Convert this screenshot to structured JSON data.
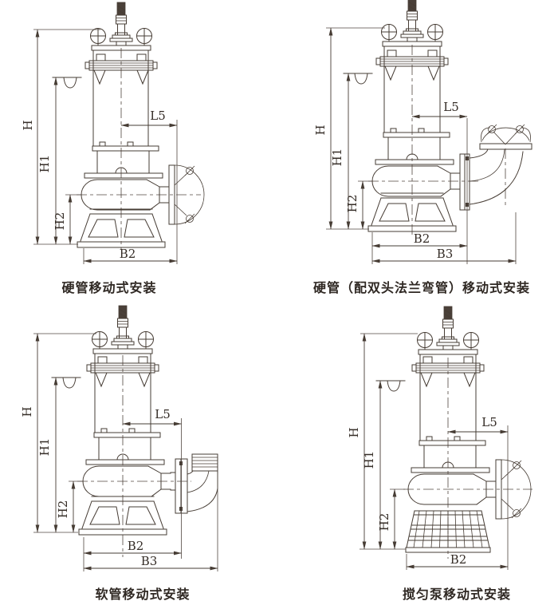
{
  "page": {
    "background_color": "#ffffff",
    "line_color": "#463c34",
    "text_color": "#352d27",
    "type_note": "submersible pump installation dimension drawings"
  },
  "diagrams": [
    {
      "id": "top-left",
      "caption": "硬管移动式安装",
      "labels": {
        "H": "H",
        "H1": "H1",
        "H2": "H2",
        "B2": "B2",
        "L5": "L5"
      }
    },
    {
      "id": "top-right",
      "caption": "硬管（配双头法兰弯管）移动式安装",
      "labels": {
        "H": "H",
        "H1": "H1",
        "H2": "H2",
        "B2": "B2",
        "B3": "B3",
        "L5": "L5"
      }
    },
    {
      "id": "bottom-left",
      "caption": "软管移动式安装",
      "labels": {
        "H": "H",
        "H1": "H1",
        "H2": "H2",
        "B2": "B2",
        "B3": "B3",
        "L5": "L5"
      }
    },
    {
      "id": "bottom-right",
      "caption": "搅匀泵移动式安装",
      "labels": {
        "H": "H",
        "H1": "H1",
        "H2": "H2",
        "B2": "B2",
        "L5": "L5"
      }
    }
  ]
}
